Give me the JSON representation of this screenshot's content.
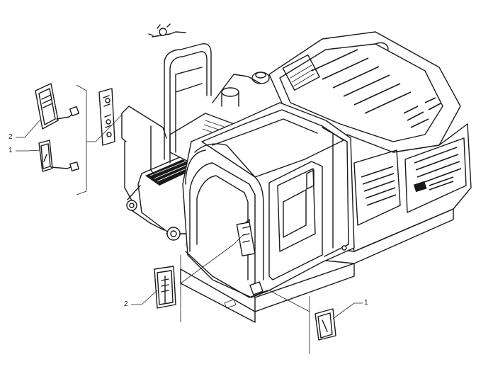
{
  "callouts": [
    {
      "id": "top-left-mirror",
      "label": "2"
    },
    {
      "id": "top-left-lower-mirror",
      "label": "1"
    },
    {
      "id": "cab-mirror",
      "label": "2"
    },
    {
      "id": "right-mirror",
      "label": "1"
    }
  ]
}
